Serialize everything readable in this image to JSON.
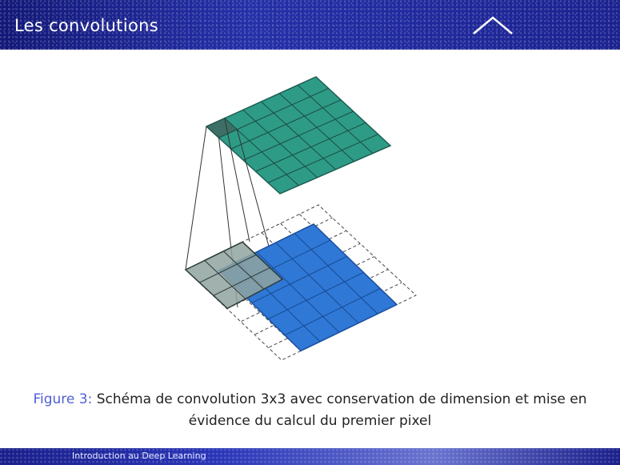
{
  "header": {
    "title": "Les convolutions"
  },
  "caption": {
    "label": "Figure 3:",
    "text": "Schéma de convolution 3x3 avec conservation de dimension et mise en évidence du calcul du premier pixel"
  },
  "footer": {
    "text": "Introduction au Deep Learning"
  },
  "colors": {
    "header_bg": "#1a1f8a",
    "output_grid": "#2e9b86",
    "input_grid": "#2f78d6",
    "kernel": "#8fa3a0",
    "caption_label": "#4f5fd6"
  }
}
